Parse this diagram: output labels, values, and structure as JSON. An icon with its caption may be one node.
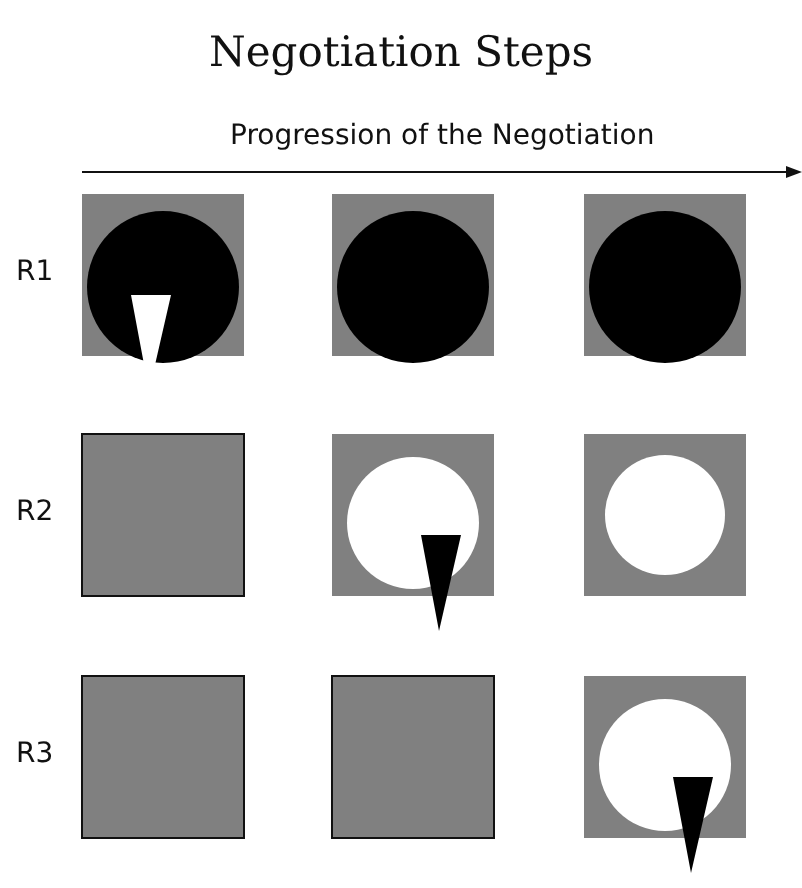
{
  "diagram": {
    "title": "Negotiation Steps",
    "labels": [
      "Progression of the Negotiation",
      "R1",
      "R2",
      "R3"
    ]
  }
}
